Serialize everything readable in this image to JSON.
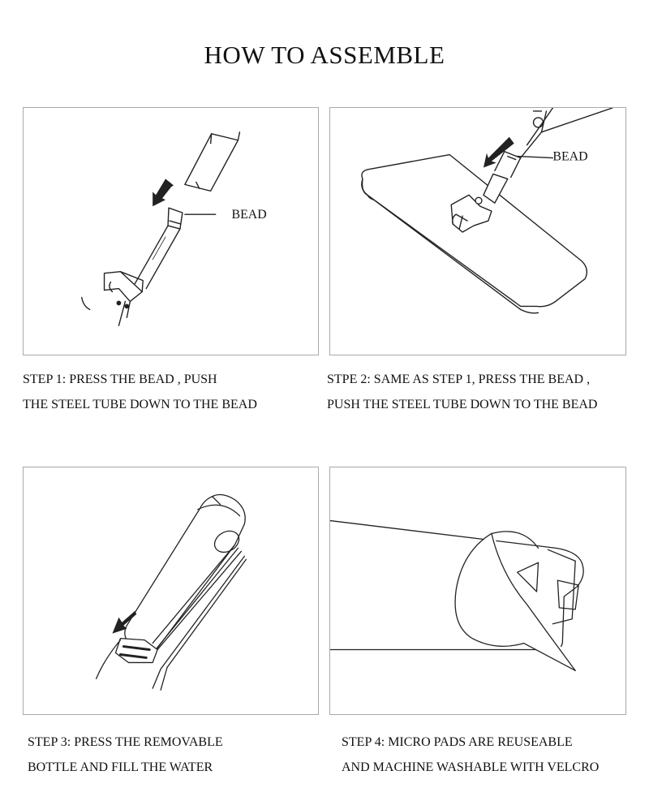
{
  "title": "HOW TO ASSEMBLE",
  "steps": [
    {
      "line1": "STEP 1: PRESS THE BEAD , PUSH",
      "line2": "THE STEEL TUBE DOWN TO THE BEAD",
      "callout": "BEAD"
    },
    {
      "line1": "STPE 2: SAME AS STEP 1, PRESS THE BEAD ,",
      "line2": "PUSH THE STEEL TUBE DOWN TO THE BEAD",
      "callout": "BEAD"
    },
    {
      "line1": "STEP 3: PRESS THE REMOVABLE",
      "line2": "BOTTLE AND FILL THE WATER"
    },
    {
      "line1": "STEP 4: MICRO PADS ARE REUSEABLE",
      "line2": "AND MACHINE WASHABLE WITH VELCRO"
    }
  ]
}
